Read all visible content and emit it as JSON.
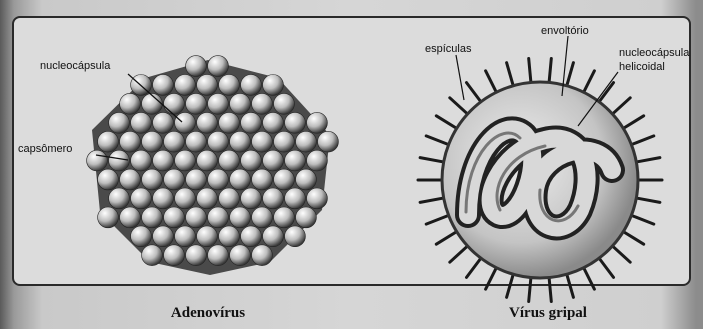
{
  "figure": {
    "adenovirus": {
      "caption": "Adenovírus",
      "labels": {
        "nucleocapsule": "nucleocápsula",
        "capsomere": "capsômero"
      }
    },
    "influenza": {
      "caption": "Vírus gripal",
      "labels": {
        "spicules": "espículas",
        "envelope": "envoltório",
        "helical_line1": "nucleocápsula",
        "helical_line2": "helicoidal"
      }
    }
  }
}
